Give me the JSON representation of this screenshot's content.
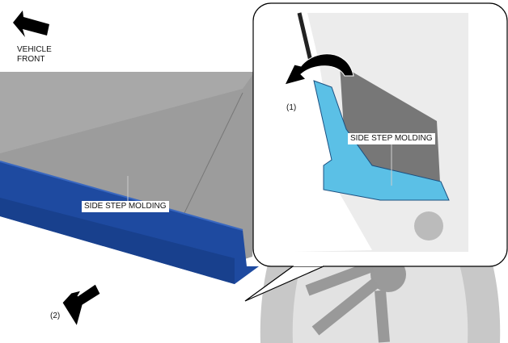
{
  "direction": {
    "line1": "VEHICLE",
    "line2": "FRONT"
  },
  "labels": {
    "main_part": "SIDE STEP MOLDING",
    "detail_part": "SIDE STEP MOLDING",
    "step1": "(1)",
    "step2": "(2)"
  },
  "colors": {
    "molding": "#1e4aa0",
    "detail_molding": "#5bc0e6",
    "body": "#9a9a9a"
  }
}
